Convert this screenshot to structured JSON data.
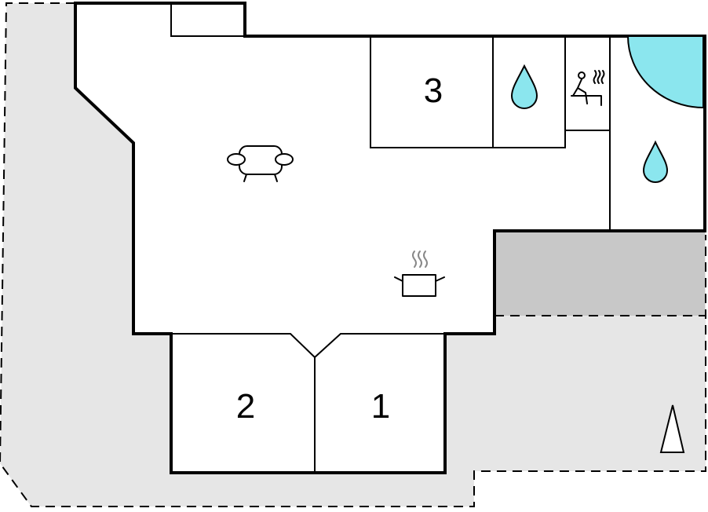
{
  "rooms": [
    {
      "id": "bedroom-3",
      "label": "3"
    },
    {
      "id": "bedroom-2",
      "label": "2"
    },
    {
      "id": "bedroom-1",
      "label": "1"
    }
  ],
  "icons": [
    "sofa-icon",
    "cooking-pot-icon",
    "shower-drop-icon",
    "sauna-icon",
    "whirlpool-icon",
    "north-arrow-icon"
  ],
  "colors": {
    "wall": "#000000",
    "outdoor_area": "#e6e6e6",
    "covered_area": "#c8c8c8",
    "water": "#8be6ee",
    "background": "#ffffff"
  }
}
